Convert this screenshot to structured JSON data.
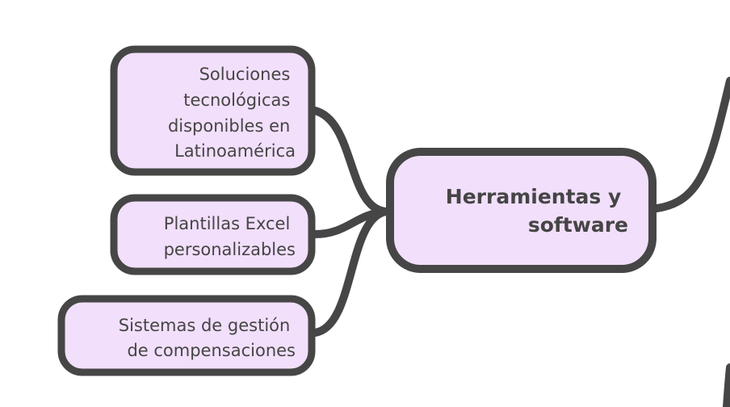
{
  "colors": {
    "stroke": "#464646",
    "fill": "#f2dffb",
    "background": "#ffffff"
  },
  "central_node": {
    "lines": [
      "Herramientas y",
      "software"
    ]
  },
  "child_nodes": [
    {
      "lines": [
        "Soluciones",
        "tecnológicas",
        "disponibles en",
        "Latinoamérica"
      ]
    },
    {
      "lines": [
        "Plantillas Excel",
        "personalizables"
      ]
    },
    {
      "lines": [
        "Sistemas de gestión",
        "de compensaciones"
      ]
    }
  ]
}
